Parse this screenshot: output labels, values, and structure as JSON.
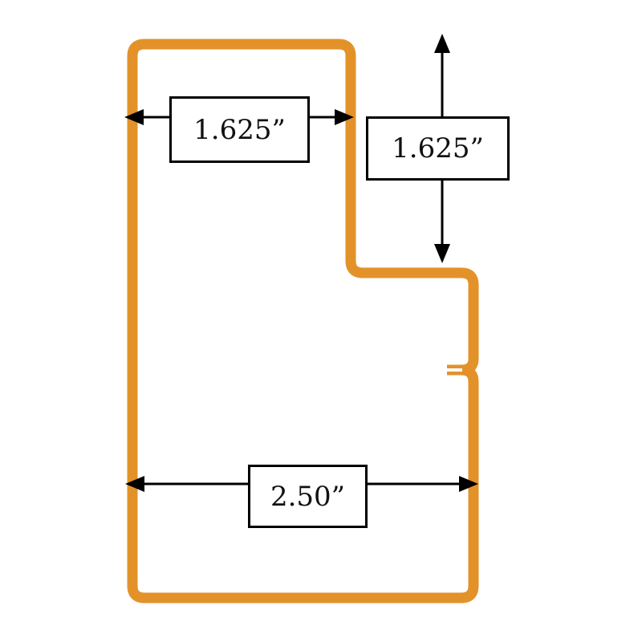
{
  "diagram": {
    "outline_color": "#E3922A",
    "line_color": "#000000",
    "dimensions": {
      "top_width": {
        "label": "1.625”",
        "orientation": "horizontal"
      },
      "right_height": {
        "label": "1.625”",
        "orientation": "vertical"
      },
      "bottom_width": {
        "label": "2.50”",
        "orientation": "horizontal"
      }
    }
  }
}
